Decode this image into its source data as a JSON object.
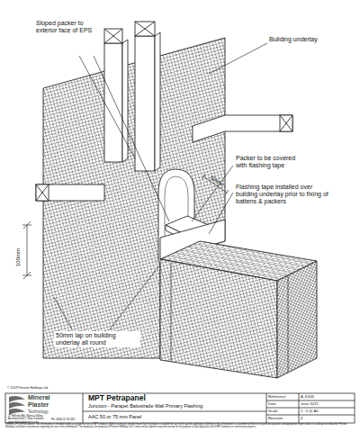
{
  "diagram": {
    "title": "MPT Petrapanel",
    "labels": [
      "Sloped packer to exterior face of EPS",
      "Building underlay",
      "Packer to be covered with flashing tape",
      "50mm",
      "Flashing tape installed over building underlay prior to fixing of battens & packers",
      "100mm",
      "50mm lap on building underlay all round",
      "© 2019 Petrone Holdings Ltd",
      "Mineral",
      "Plaster",
      "Technology",
      "21 Hillside Rd, Wairau Valley, Auckland 0627, New Zealand www.mineralplaster.co.nz",
      "Ph: 0800 22 33 432",
      "Junction - Parapet Balustrade Wall Primary Flashing",
      "AAC 50 or 75 mm Panel",
      "Reference",
      "A_K005",
      "Date",
      "June 2021",
      "Scale",
      "1 : 5 @ A4",
      "Revision",
      "4",
      "TERMS OF USE Disclaimer: This information is intended solely as a guide for use of MPT products. Before using you should ensure that the product is suitable for use in the specific application. Nothing in this information is a statement of fitness for particular purpose and appropriate expert advice is to always be obtained. Petrone Holdings Ltd makes no promises regarding the use of this information. This drawing is the property of Petrone Holdings Ltd. It must not be copied in any form except for the purpose of specifying the use of MPT products in construction projects."
    ]
  }
}
